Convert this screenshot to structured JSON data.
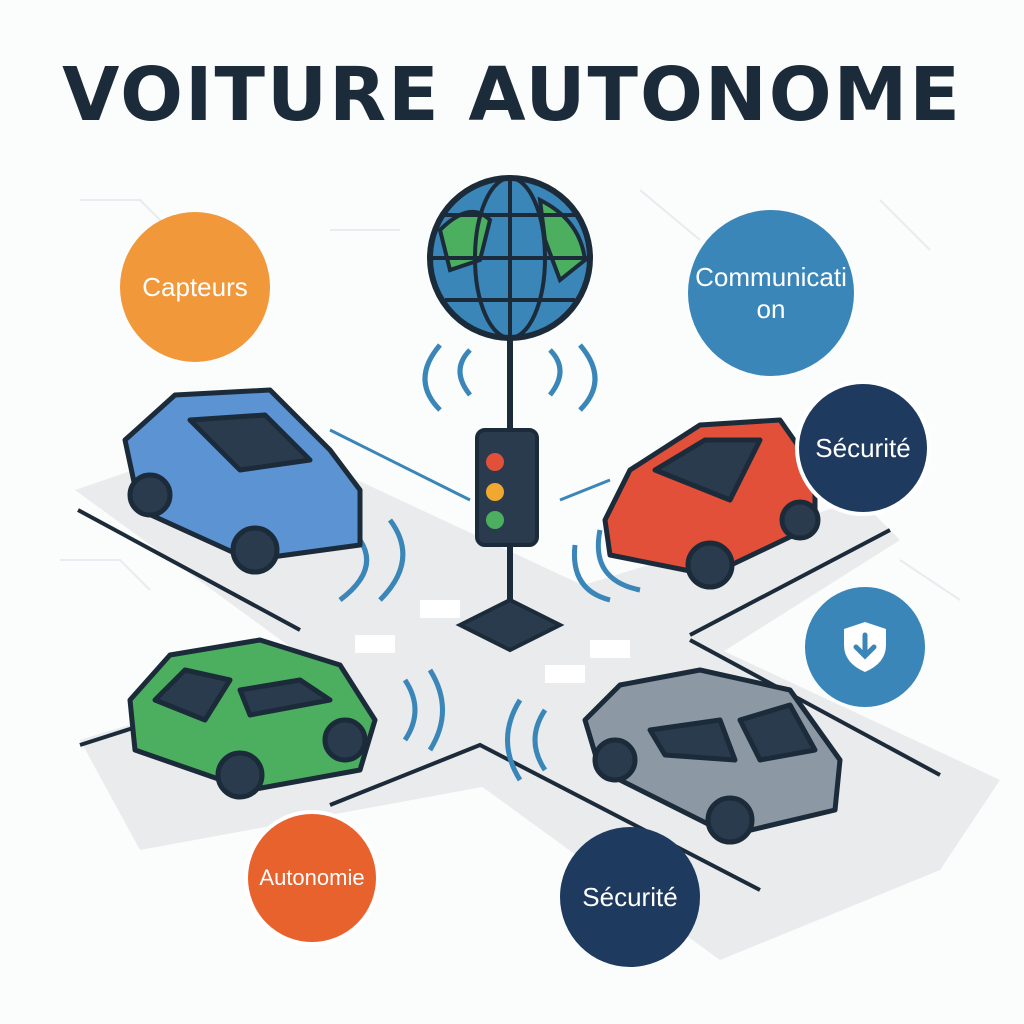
{
  "title": "VOITURE AUTONOME",
  "bubbles": {
    "sensors": "Capteurs",
    "communication_line1": "Communicati",
    "communication_line2": "on",
    "security_top": "Sécurité",
    "autonomy": "Autonomie",
    "security_bottom": "Sécurité"
  },
  "icons": [
    "globe-icon",
    "traffic-light-icon",
    "shield-download-icon",
    "signal-waves-icon"
  ],
  "colors": {
    "title": "#1c2b3a",
    "orange": "#f0983a",
    "red_orange": "#e8622e",
    "blue": "#3a86b8",
    "navy": "#1e3a5f",
    "car_blue": "#5b93d3",
    "car_red": "#e2503a",
    "car_green": "#4caf5f",
    "car_grey": "#8c98a4"
  }
}
